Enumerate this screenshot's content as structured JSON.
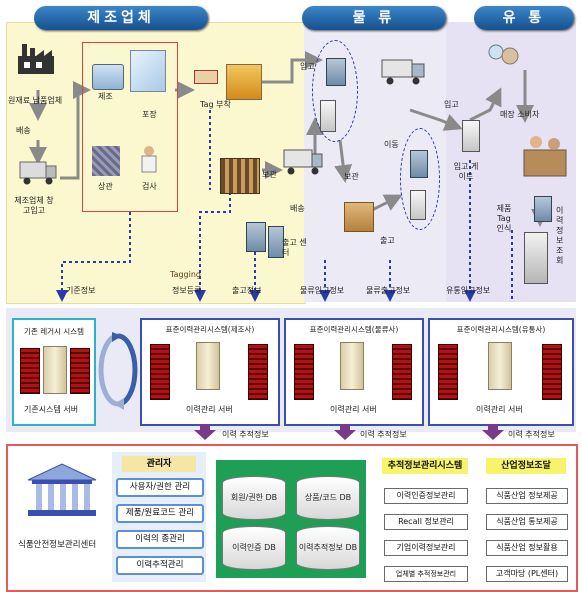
{
  "header": {
    "manufacturer": "제조업체",
    "logistics": "물 류",
    "distribution": "유 통"
  },
  "top_labels": {
    "raw_material": "원재료 납품업체",
    "delivery": "배송",
    "mfr_storage": "제조업체 창고입고",
    "manufacture": "제조",
    "packaging": "포장",
    "shipping": "상관",
    "inspection": "검사",
    "tag_attach": "Tag 부착",
    "storage": "보관",
    "delivery2": "배송",
    "out1": "출고",
    "in1": "입고",
    "out_center": "출고 센터",
    "move": "이동",
    "storage2": "보관",
    "out2": "출고",
    "in2": "입고",
    "retail_consumer": "매장 소비자",
    "in_gate": "입고 게이트",
    "consumer_tag": "제품 Tag 인식",
    "info_query": "이력정보조회"
  },
  "flow_labels": {
    "company_info": "기준정보",
    "tagging": "Tagging",
    "info_register": "정보등록",
    "out_info": "출고정보",
    "logistics_in_info": "물류입고정보",
    "logistics_out_info": "물류출고정보",
    "retail_in_info": "유통입고정보"
  },
  "systems": {
    "legacy": "기존 레거시 시스템",
    "legacy_server": "기존시스템 서버",
    "mfr_system": "표준이력관리시스템(제조사)",
    "mfr_server": "이력관리 서버",
    "log_system": "표준이력관리시스템(물류사)",
    "log_server": "이력관리 서버",
    "dist_system": "표준이력관리시스템(유통사)",
    "dist_server": "이력관리 서버",
    "track_info": "이력 추적정보"
  },
  "center": {
    "name": "식품안전정보관리센터"
  },
  "management": {
    "title": "관리자",
    "items": [
      "사용자/권한 관리",
      "제품/원료코드 관리",
      "이력의 종관리",
      "이력추적관리"
    ]
  },
  "databases": [
    "회원/권한 DB",
    "상품/코드 DB",
    "이력인증 DB",
    "이력추적정보 DB"
  ],
  "tracking": {
    "title": "추적정보관리시스템",
    "items": [
      "이력인증정보관리",
      "Recall 정보관리",
      "기업이력정보관리",
      "업체별 추적정보관리"
    ]
  },
  "industry": {
    "title": "산업정보조달",
    "items": [
      "식품산업 정보제공",
      "식품산업 통보제공",
      "식품산업 정보활용",
      "고객마당 (PL센터)"
    ]
  },
  "colors": {
    "ribbon": "#17508f",
    "zone_yellow": "#fbf8cf",
    "zone_purple": "#e6e1f3",
    "server_red": "#b31212",
    "bottom_border": "#e85a5a"
  }
}
